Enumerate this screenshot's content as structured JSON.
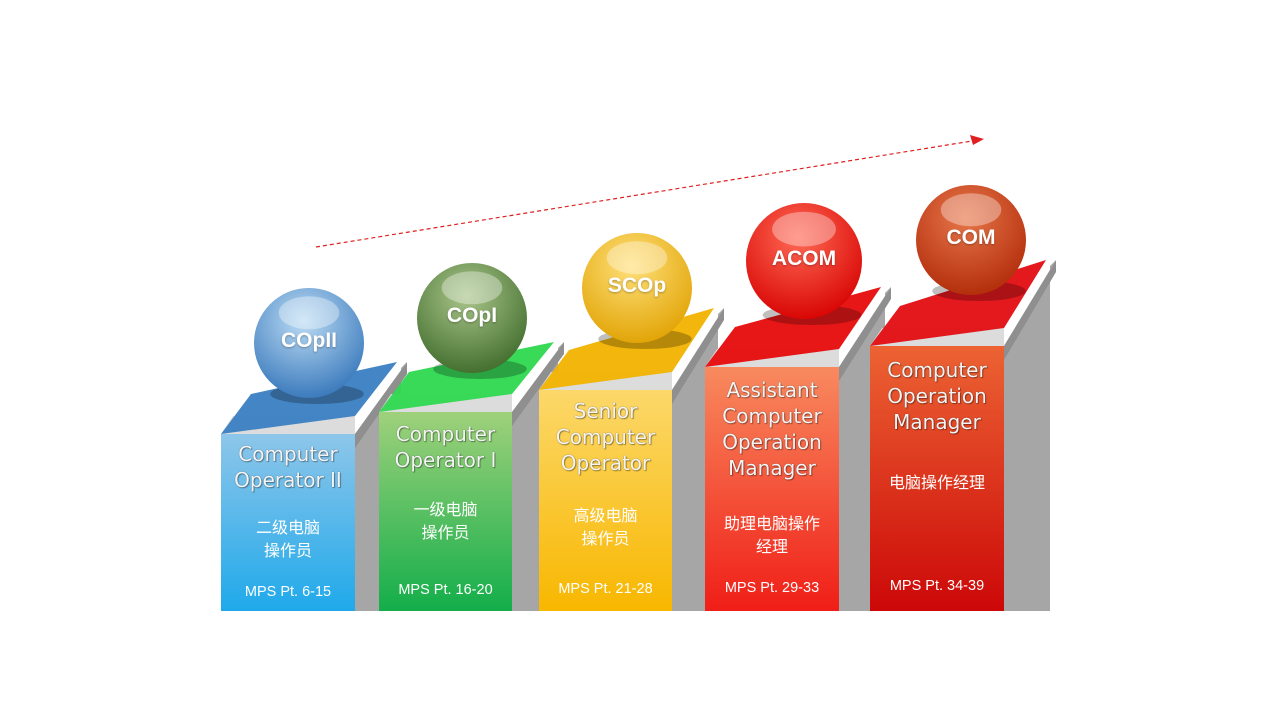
{
  "steps": [
    {
      "abbr": "COpII",
      "title": [
        "Computer",
        "Operator II"
      ],
      "chinese": [
        "二级电脑",
        "操作员"
      ],
      "mps": "MPS Pt. 6-15",
      "colors": {
        "front_top": "#8ec6ea",
        "front_bottom": "#1fa9ea",
        "roof": "#3a80c2",
        "ball_light": "#bcdcf4",
        "ball_dark": "#3374b9"
      }
    },
    {
      "abbr": "COpI",
      "title": [
        "Computer",
        "Operator I"
      ],
      "chinese": [
        "一级电脑",
        "操作员"
      ],
      "mps": "MPS Pt. 16-20",
      "colors": {
        "front_top": "#9fd17b",
        "front_bottom": "#13ae4a",
        "roof": "#2ed84f",
        "ball_light": "#aac58a",
        "ball_dark": "#3d6a2a"
      }
    },
    {
      "abbr": "SCOp",
      "title": [
        "Senior",
        "Computer",
        "Operator"
      ],
      "chinese": [
        "高级电脑",
        "操作员"
      ],
      "mps": "MPS Pt. 21-28",
      "colors": {
        "front_top": "#fcd86a",
        "front_bottom": "#f8b700",
        "roof": "#f1b200",
        "ball_light": "#ffe07a",
        "ball_dark": "#e0a100"
      }
    },
    {
      "abbr": "ACOM",
      "title": [
        "Assistant",
        "Computer",
        "Operation",
        "Manager"
      ],
      "chinese": [
        "助理电脑操作",
        "经理"
      ],
      "mps": "MPS Pt. 29-33",
      "colors": {
        "front_top": "#f88a5f",
        "front_bottom": "#f01e17",
        "roof": "#e60b0b",
        "ball_light": "#ff6a55",
        "ball_dark": "#d60000"
      }
    },
    {
      "abbr": "COM",
      "title": [
        "Computer",
        "Operation",
        "Manager"
      ],
      "chinese": [
        "电脑操作经理"
      ],
      "mps": "MPS Pt. 34-39",
      "colors": {
        "front_top": "#ec6333",
        "front_bottom": "#cc0808",
        "roof": "#e10d12",
        "ball_light": "#e7764a",
        "ball_dark": "#b02a08"
      }
    }
  ],
  "arrow_color": "#e02020"
}
